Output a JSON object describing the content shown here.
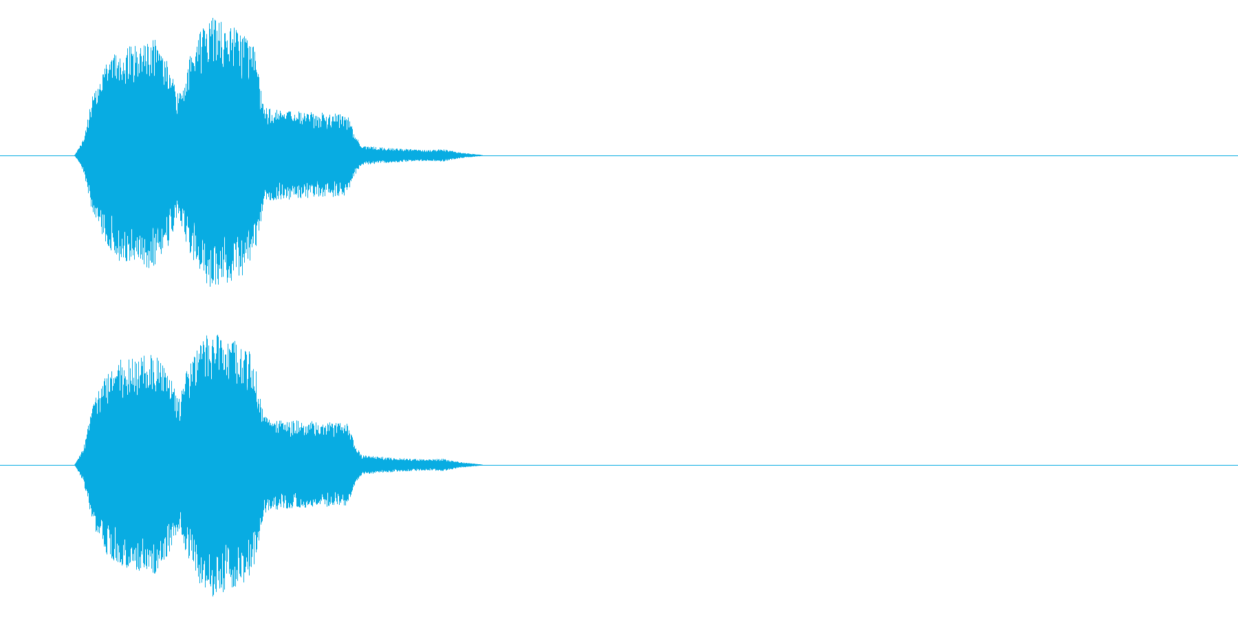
{
  "waveform": {
    "color": "#08ACE2",
    "channel_count": 2,
    "channels": [
      {
        "id": "left",
        "envelope": [
          {
            "t": 0.0,
            "a": 0.0
          },
          {
            "t": 0.06,
            "a": 0.0
          },
          {
            "t": 0.067,
            "a": 0.12
          },
          {
            "t": 0.075,
            "a": 0.45
          },
          {
            "t": 0.085,
            "a": 0.65
          },
          {
            "t": 0.096,
            "a": 0.78
          },
          {
            "t": 0.11,
            "a": 0.8
          },
          {
            "t": 0.125,
            "a": 0.84
          },
          {
            "t": 0.136,
            "a": 0.66
          },
          {
            "t": 0.144,
            "a": 0.45
          },
          {
            "t": 0.152,
            "a": 0.7
          },
          {
            "t": 0.163,
            "a": 0.92
          },
          {
            "t": 0.172,
            "a": 1.0
          },
          {
            "t": 0.183,
            "a": 0.94
          },
          {
            "t": 0.195,
            "a": 0.9
          },
          {
            "t": 0.205,
            "a": 0.8
          },
          {
            "t": 0.213,
            "a": 0.35
          },
          {
            "t": 0.222,
            "a": 0.33
          },
          {
            "t": 0.24,
            "a": 0.32
          },
          {
            "t": 0.26,
            "a": 0.31
          },
          {
            "t": 0.28,
            "a": 0.3
          },
          {
            "t": 0.287,
            "a": 0.14
          },
          {
            "t": 0.292,
            "a": 0.07
          },
          {
            "t": 0.32,
            "a": 0.05
          },
          {
            "t": 0.345,
            "a": 0.04
          },
          {
            "t": 0.358,
            "a": 0.045
          },
          {
            "t": 0.372,
            "a": 0.02
          },
          {
            "t": 0.388,
            "a": 0.005
          },
          {
            "t": 0.39,
            "a": 0.0
          },
          {
            "t": 1.0,
            "a": 0.0
          }
        ]
      },
      {
        "id": "right",
        "envelope": [
          {
            "t": 0.0,
            "a": 0.0
          },
          {
            "t": 0.06,
            "a": 0.0
          },
          {
            "t": 0.067,
            "a": 0.12
          },
          {
            "t": 0.075,
            "a": 0.45
          },
          {
            "t": 0.085,
            "a": 0.65
          },
          {
            "t": 0.096,
            "a": 0.76
          },
          {
            "t": 0.11,
            "a": 0.78
          },
          {
            "t": 0.125,
            "a": 0.8
          },
          {
            "t": 0.136,
            "a": 0.66
          },
          {
            "t": 0.144,
            "a": 0.48
          },
          {
            "t": 0.152,
            "a": 0.72
          },
          {
            "t": 0.163,
            "a": 0.9
          },
          {
            "t": 0.172,
            "a": 0.98
          },
          {
            "t": 0.183,
            "a": 0.92
          },
          {
            "t": 0.195,
            "a": 0.88
          },
          {
            "t": 0.205,
            "a": 0.78
          },
          {
            "t": 0.213,
            "a": 0.36
          },
          {
            "t": 0.222,
            "a": 0.33
          },
          {
            "t": 0.24,
            "a": 0.32
          },
          {
            "t": 0.26,
            "a": 0.31
          },
          {
            "t": 0.28,
            "a": 0.3
          },
          {
            "t": 0.287,
            "a": 0.14
          },
          {
            "t": 0.292,
            "a": 0.07
          },
          {
            "t": 0.32,
            "a": 0.05
          },
          {
            "t": 0.345,
            "a": 0.04
          },
          {
            "t": 0.358,
            "a": 0.045
          },
          {
            "t": 0.372,
            "a": 0.02
          },
          {
            "t": 0.388,
            "a": 0.005
          },
          {
            "t": 0.39,
            "a": 0.0
          },
          {
            "t": 1.0,
            "a": 0.0
          }
        ]
      }
    ]
  }
}
